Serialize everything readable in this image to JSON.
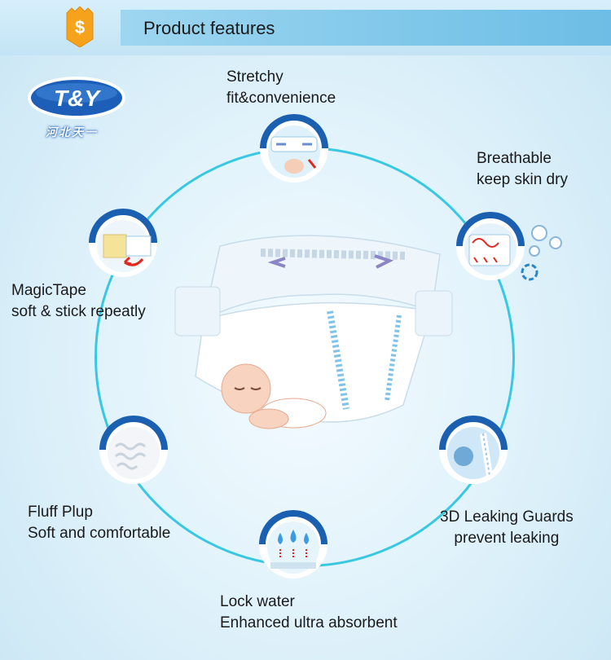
{
  "header": {
    "title": "Product features",
    "badge_icon": "dollar-tag-icon"
  },
  "logo": {
    "brand": "T&Y",
    "subtitle": "河北天一"
  },
  "features": [
    {
      "line1": "Stretchy",
      "line2": "fit&convenience",
      "icon": "stretch-waist-icon"
    },
    {
      "line1": "Breathable",
      "line2": "keep skin dry",
      "icon": "breathable-icon"
    },
    {
      "line1": "MagicTape",
      "line2": "soft & stick repeatly",
      "icon": "magic-tape-icon"
    },
    {
      "line1": "3D Leaking Guards",
      "line2": "prevent leaking",
      "icon": "leak-guard-icon"
    },
    {
      "line1": "Fluff Plup",
      "line2": "Soft and comfortable",
      "icon": "fluff-pulp-icon"
    },
    {
      "line1": "Lock water",
      "line2": "Enhanced ultra absorbent",
      "icon": "water-drops-icon"
    }
  ],
  "colors": {
    "ring": "#38c8e2",
    "header_bar": "#7fc7ea",
    "logo_blue": "#1d5fb8",
    "badge_orange": "#f6a21a"
  }
}
